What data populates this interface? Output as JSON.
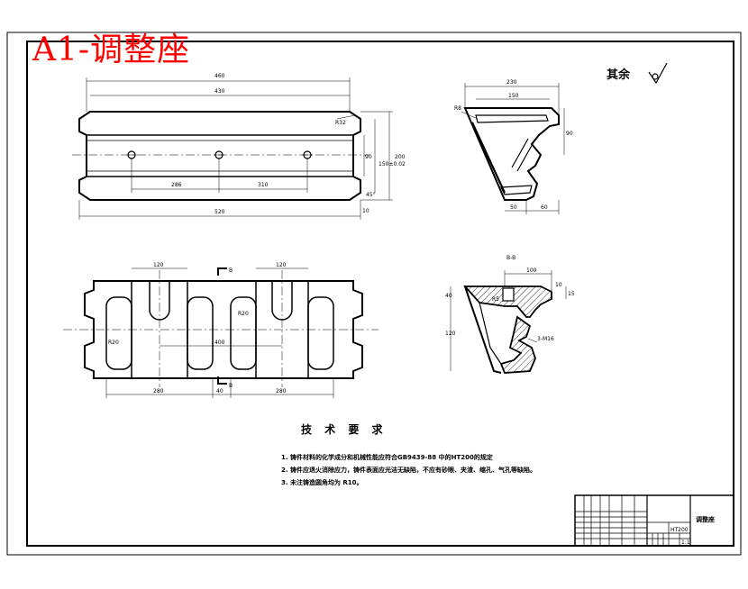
{
  "title": "A1-调整座",
  "roughness_note": "其余",
  "section_label": "B-B",
  "dims": {
    "front": {
      "overall_top": "460",
      "upper_length": "430",
      "hole_spacing_left": "286",
      "hole_spacing_right": "310",
      "overall_bottom": "520",
      "height_main": "200",
      "height_inner": "150±0.02",
      "height_sub": "90",
      "radius_corner": "R32",
      "chamfer": "45°",
      "bottom_offset": "10"
    },
    "side": {
      "top_width": "230",
      "inner_width": "150",
      "height": "90",
      "bottom_a": "50",
      "bottom_b": "60",
      "radius": "R8"
    },
    "plan": {
      "slot_left": "120",
      "slot_right": "120",
      "span_left": "280",
      "span_right": "280",
      "gap": "40",
      "center": "400",
      "radius_a": "R20",
      "radius_b": "R20",
      "section_mark": "B"
    },
    "section": {
      "width": "100",
      "height_a": "40",
      "height_b": "120",
      "small": "15",
      "radius": "R5",
      "side": "10",
      "thread": "3-M16"
    }
  },
  "technical_requirements": {
    "heading": "技 术 要 求",
    "items": [
      "1. 铸件材料的化学成分和机械性能应符合GB9439-88 中的HT200的规定",
      "2. 铸件应退火消除应力，铸件表面应光洁无缺陷，不应有砂眼、夹渣、缩孔、气孔等缺陷。",
      "3. 未注铸造圆角均为 R10。"
    ]
  },
  "title_block": {
    "part_name": "调整座",
    "material": "HT200",
    "scale": "1:1"
  }
}
